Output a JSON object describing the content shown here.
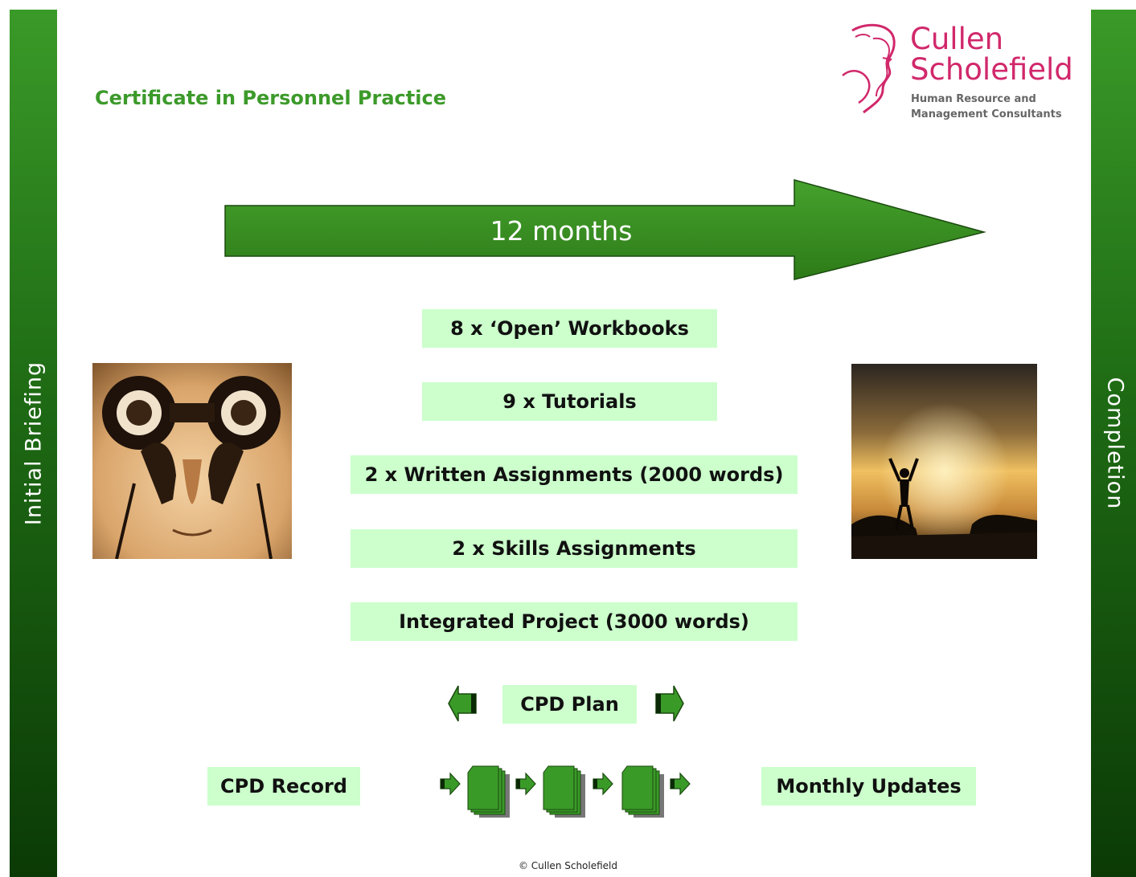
{
  "sidebars": {
    "left_label": "Initial Briefing",
    "right_label": "Completion"
  },
  "header": {
    "title": "Certificate in Personnel Practice"
  },
  "logo": {
    "name_line1": "Cullen",
    "name_line2": "Scholefield",
    "tagline_line1": "Human Resource and",
    "tagline_line2": "Management Consultants"
  },
  "timeline": {
    "label": "12 months"
  },
  "components": {
    "workbooks": "8 x ‘Open’ Workbooks",
    "tutorials": "9 x Tutorials",
    "written": "2 x Written Assignments (2000 words)",
    "skills": "2 x Skills Assignments",
    "project": "Integrated Project (3000 words)"
  },
  "cpd": {
    "plan": "CPD Plan",
    "record": "CPD Record",
    "updates": "Monthly Updates"
  },
  "footer": {
    "copyright": "© Cullen Scholefield"
  },
  "colors": {
    "sidebar_green": "#1e6a14",
    "arrow_green": "#3a8f22",
    "title_green": "#3c9a2a",
    "box_fill": "#ccffcc",
    "logo_pink": "#d1286b"
  }
}
